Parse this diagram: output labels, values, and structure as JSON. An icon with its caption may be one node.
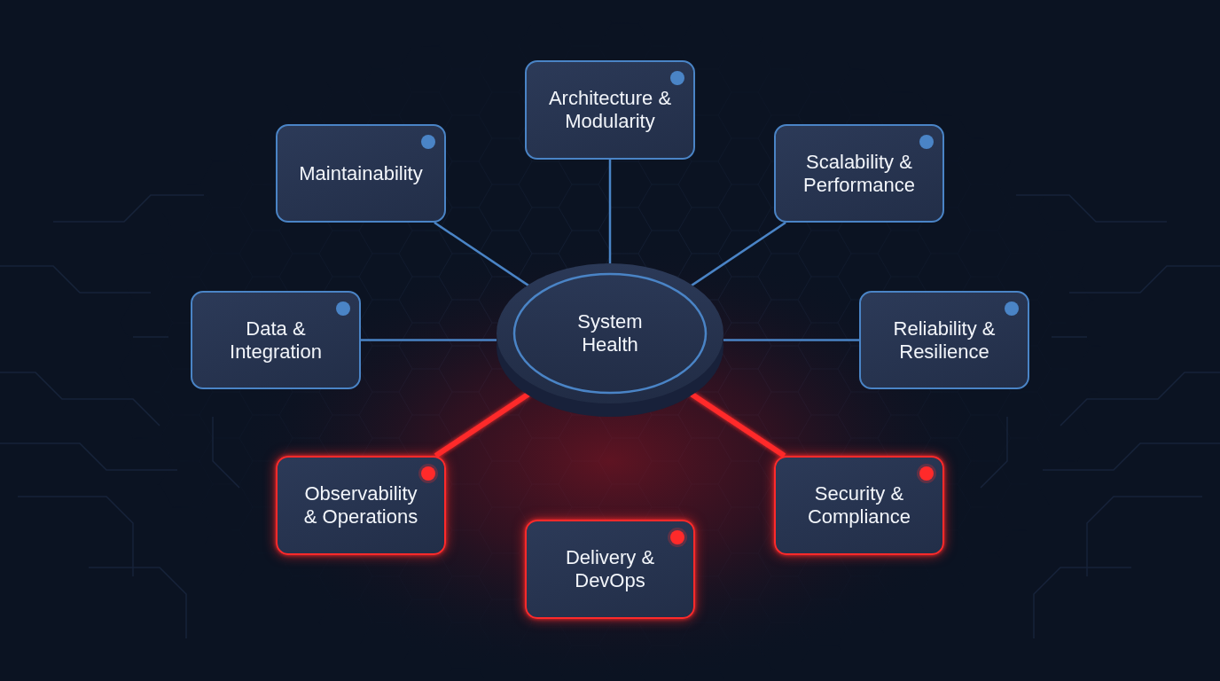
{
  "diagram": {
    "nodes": [
      {
        "text": [
          "Architecture & Modularity"
        ]
      },
      {
        "text": [
          "Maintainability"
        ]
      },
      {
        "text": [
          "Scalability & Performance"
        ]
      },
      {
        "text": [
          "System Health"
        ]
      },
      {
        "text": [
          "Data & Integration"
        ]
      },
      {
        "text": [
          "Reliability & Resilience"
        ]
      },
      {
        "text": [
          "Observability & Operations"
        ]
      },
      {
        "text": [
          "Security & Compliance"
        ]
      },
      {
        "text": [
          "Delivery & DevOps"
        ]
      }
    ],
    "edges": [
      {
        "from": 3,
        "to": 0,
        "arrow": "none"
      },
      {
        "from": 3,
        "to": 1,
        "arrow": "none"
      },
      {
        "from": 3,
        "to": 2,
        "arrow": "none"
      },
      {
        "from": 3,
        "to": 4,
        "arrow": "none"
      },
      {
        "from": 3,
        "to": 5,
        "arrow": "none"
      },
      {
        "from": 3,
        "to": 6,
        "arrow": "none",
        "style": "thick",
        "color": "#ff2a2a"
      },
      {
        "from": 3,
        "to": 7,
        "arrow": "none",
        "style": "thick",
        "color": "#ff2a2a"
      },
      {
        "from": 3,
        "to": 8,
        "arrow": "none",
        "style": "thick",
        "color": "#ff2a2a"
      }
    ]
  }
}
